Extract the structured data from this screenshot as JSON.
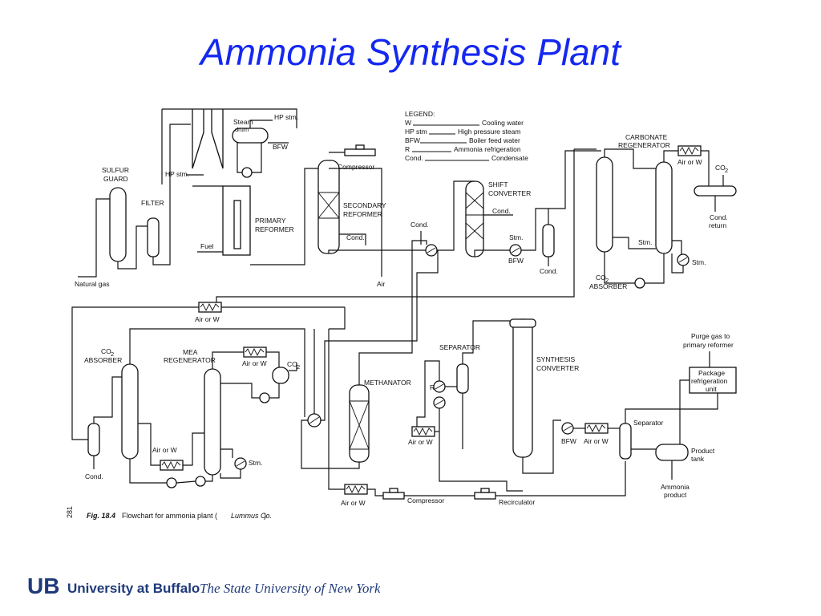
{
  "title": "Ammonia Synthesis Plant",
  "legend": {
    "heading": "LEGEND:",
    "entries": [
      {
        "code": "W",
        "meaning": "Cooling water"
      },
      {
        "code": "HP stm",
        "meaning": "High pressure steam"
      },
      {
        "code": "BFW",
        "meaning": "Boiler feed water"
      },
      {
        "code": "R",
        "meaning": "Ammonia refrigeration"
      },
      {
        "code": "Cond.",
        "meaning": "Condensate"
      }
    ]
  },
  "labels": {
    "sulfur_guard_1": "SULFUR",
    "sulfur_guard_2": "GUARD",
    "filter": "FILTER",
    "natural_gas": "Natural gas",
    "hp_stm_left": "HP stm.",
    "steam_drum_1": "Steam",
    "steam_drum_2": "drum",
    "hp_stm_top": "HP stm.",
    "bfw_top": "BFW",
    "fuel": "Fuel",
    "primary_reformer_1": "PRIMARY",
    "primary_reformer_2": "REFORMER",
    "compressor_top": "Compressor",
    "secondary_reformer_1": "SECONDARY",
    "secondary_reformer_2": "REFORMER",
    "cond_sec": "Cond.",
    "air": "Air",
    "cond_mid": "Cond.",
    "shift_converter_1": "SHIFT",
    "shift_converter_2": "CONVERTER",
    "cond_shift": "Cond.",
    "stm_mid": "Stm.",
    "bfw_mid": "BFW",
    "cond_knockout": "Cond.",
    "carbonate_regen_1": "CARBONATE",
    "carbonate_regen_2": "REGENERATOR",
    "air_or_w_carb": "Air or W",
    "co2_top": "CO",
    "co2_top_sub": "2",
    "cond_return_1": "Cond.",
    "cond_return_2": "return",
    "stm_carb_1": "Stm.",
    "stm_carb_2": "Stm.",
    "co2_absorber_top_1": "CO",
    "co2_absorber_top_sub": "2",
    "co2_absorber_top_2": "ABSORBER",
    "air_or_w_mid": "Air or W",
    "co2_absorber_left_1": "CO",
    "co2_absorber_left_sub": "2",
    "co2_absorber_left_2": "ABSORBER",
    "mea_regen_1": "MEA",
    "mea_regen_2": "REGENERATOR",
    "air_or_w_mea": "Air or W",
    "co2_mea": "CO",
    "co2_mea_sub": "2",
    "air_or_w_low": "Air or W",
    "stm_mea": "Stm.",
    "cond_bottom_left": "Cond.",
    "methanator": "METHANATOR",
    "separator_top": "SEPARATOR",
    "r_label": "R",
    "air_or_w_sep": "Air or W",
    "air_or_w_bottom": "Air or W",
    "compressor_bottom": "Compressor",
    "recirculator": "Recirculator",
    "synthesis_converter_1": "SYNTHESIS",
    "synthesis_converter_2": "CONVERTER",
    "bfw_right": "BFW",
    "air_or_w_right": "Air or W",
    "separator_right": "Separator",
    "purge_gas_1": "Purge gas to",
    "purge_gas_2": "primary reformer",
    "package_ref_1": "Package",
    "package_ref_2": "refrigeration",
    "package_ref_3": "unit",
    "product_tank_1": "Product",
    "product_tank_2": "tank",
    "ammonia_product_1": "Ammonia",
    "ammonia_product_2": "product"
  },
  "caption": {
    "page_no": "281",
    "fig_label": "Fig. 18.4",
    "fig_text": "Flowchart for ammonia plant (",
    "fig_source": "Lummus Co.",
    "fig_close": ")"
  },
  "footer": {
    "logo_mark": "UB",
    "university": "University at Buffalo",
    "tagline": "The State University of New York"
  }
}
